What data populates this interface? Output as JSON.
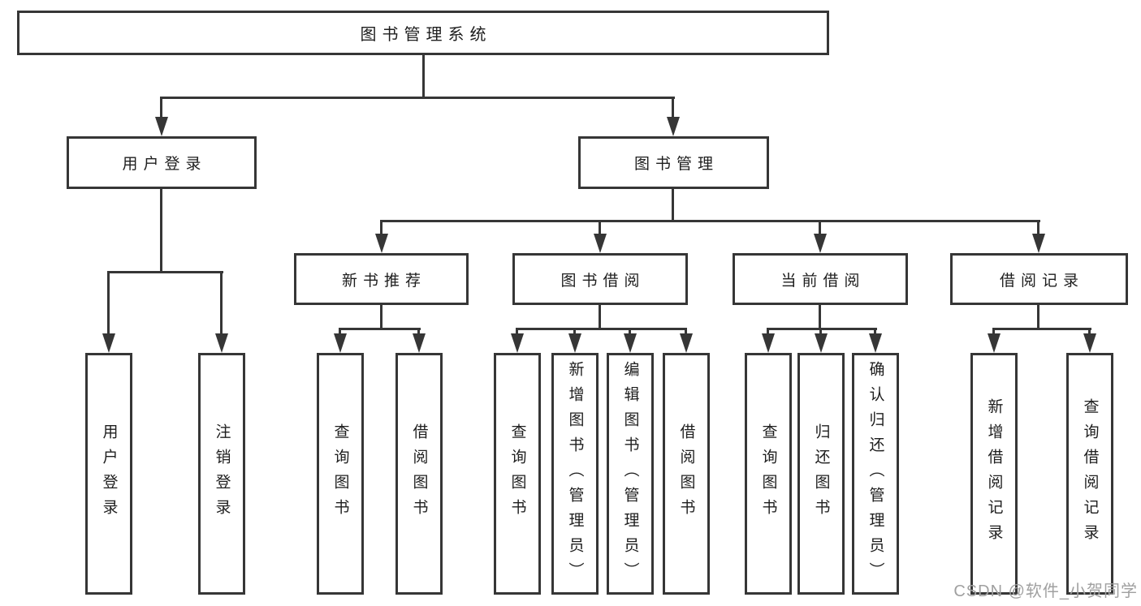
{
  "tree": {
    "label": "图书管理系统",
    "children": [
      {
        "label": "用户登录",
        "children": [
          {
            "label": "用户登录"
          },
          {
            "label": "注销登录"
          }
        ]
      },
      {
        "label": "图书管理",
        "children": [
          {
            "label": "新书推荐",
            "children": [
              {
                "label": "查询图书"
              },
              {
                "label": "借阅图书"
              }
            ]
          },
          {
            "label": "图书借阅",
            "children": [
              {
                "label": "查询图书"
              },
              {
                "label": "新增图书（管理员）"
              },
              {
                "label": "编辑图书（管理员）"
              },
              {
                "label": "借阅图书"
              }
            ]
          },
          {
            "label": "当前借阅",
            "children": [
              {
                "label": "查询图书"
              },
              {
                "label": "归还图书"
              },
              {
                "label": "确认归还（管理员）"
              }
            ]
          },
          {
            "label": "借阅记录",
            "children": [
              {
                "label": "新增借阅记录"
              },
              {
                "label": "查询借阅记录"
              }
            ]
          }
        ]
      }
    ]
  },
  "watermark": {
    "text": "CSDN @软件_小贺同学",
    "color": "#a0a0a0"
  },
  "colors": {
    "line": "#363636",
    "background": "#ffffff",
    "text": "#1e1e1e"
  }
}
